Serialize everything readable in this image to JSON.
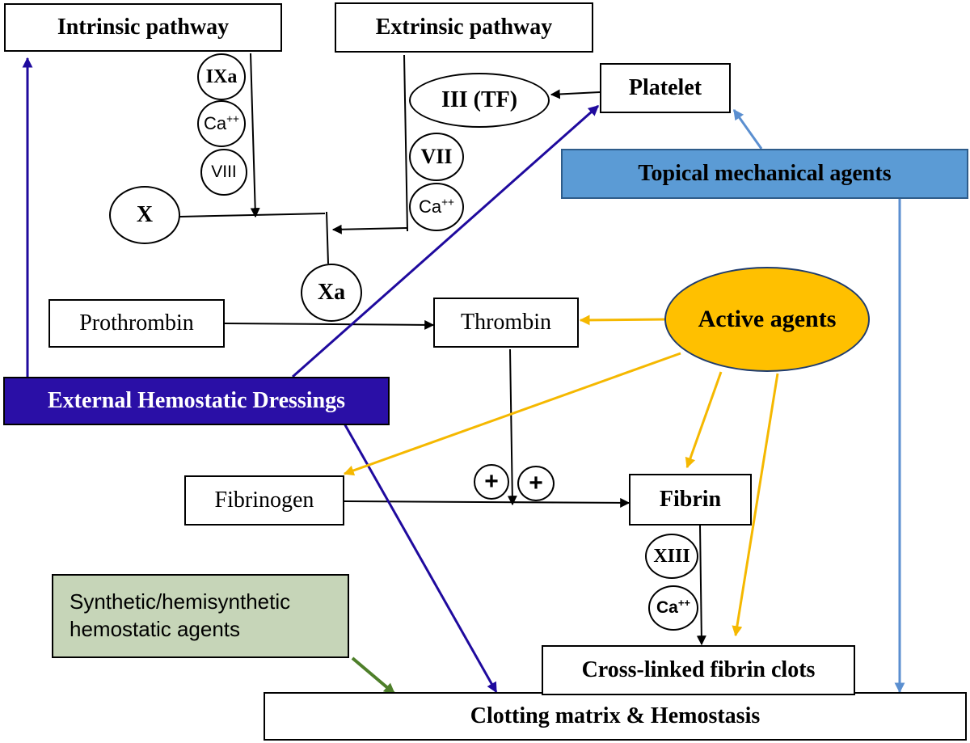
{
  "pathways": {
    "intrinsic": "Intrinsic pathway",
    "extrinsic": "Extrinsic pathway"
  },
  "factors": {
    "ixa": "IXa",
    "ca": "Ca",
    "ca_sup": "++",
    "viii": "VIII",
    "vii": "VII",
    "x": "X",
    "xa": "Xa",
    "iii_tf": "III (TF)",
    "xiii": "XIII",
    "plus": "+"
  },
  "nodes": {
    "platelet": "Platelet",
    "topical": "Topical mechanical agents",
    "prothrombin": "Prothrombin",
    "thrombin": "Thrombin",
    "active": "Active agents",
    "dressings": "External Hemostatic Dressings",
    "fibrinogen": "Fibrinogen",
    "fibrin": "Fibrin",
    "synthetic": "Synthetic/hemisynthetic hemostatic agents",
    "crosslinked": "Cross-linked fibrin clots",
    "matrix": "Clotting matrix & Hemostasis"
  },
  "colors": {
    "black": "#000000",
    "navy": "#1f0a9e",
    "steel_blue": "#5b8fd0",
    "gold": "#f5b800",
    "olive_green": "#4e7f2a",
    "topical_fill": "#5b9bd5",
    "dressings_fill": "#2a0fa6",
    "active_fill": "#ffc000",
    "synthetic_fill": "#c6d5b8"
  }
}
